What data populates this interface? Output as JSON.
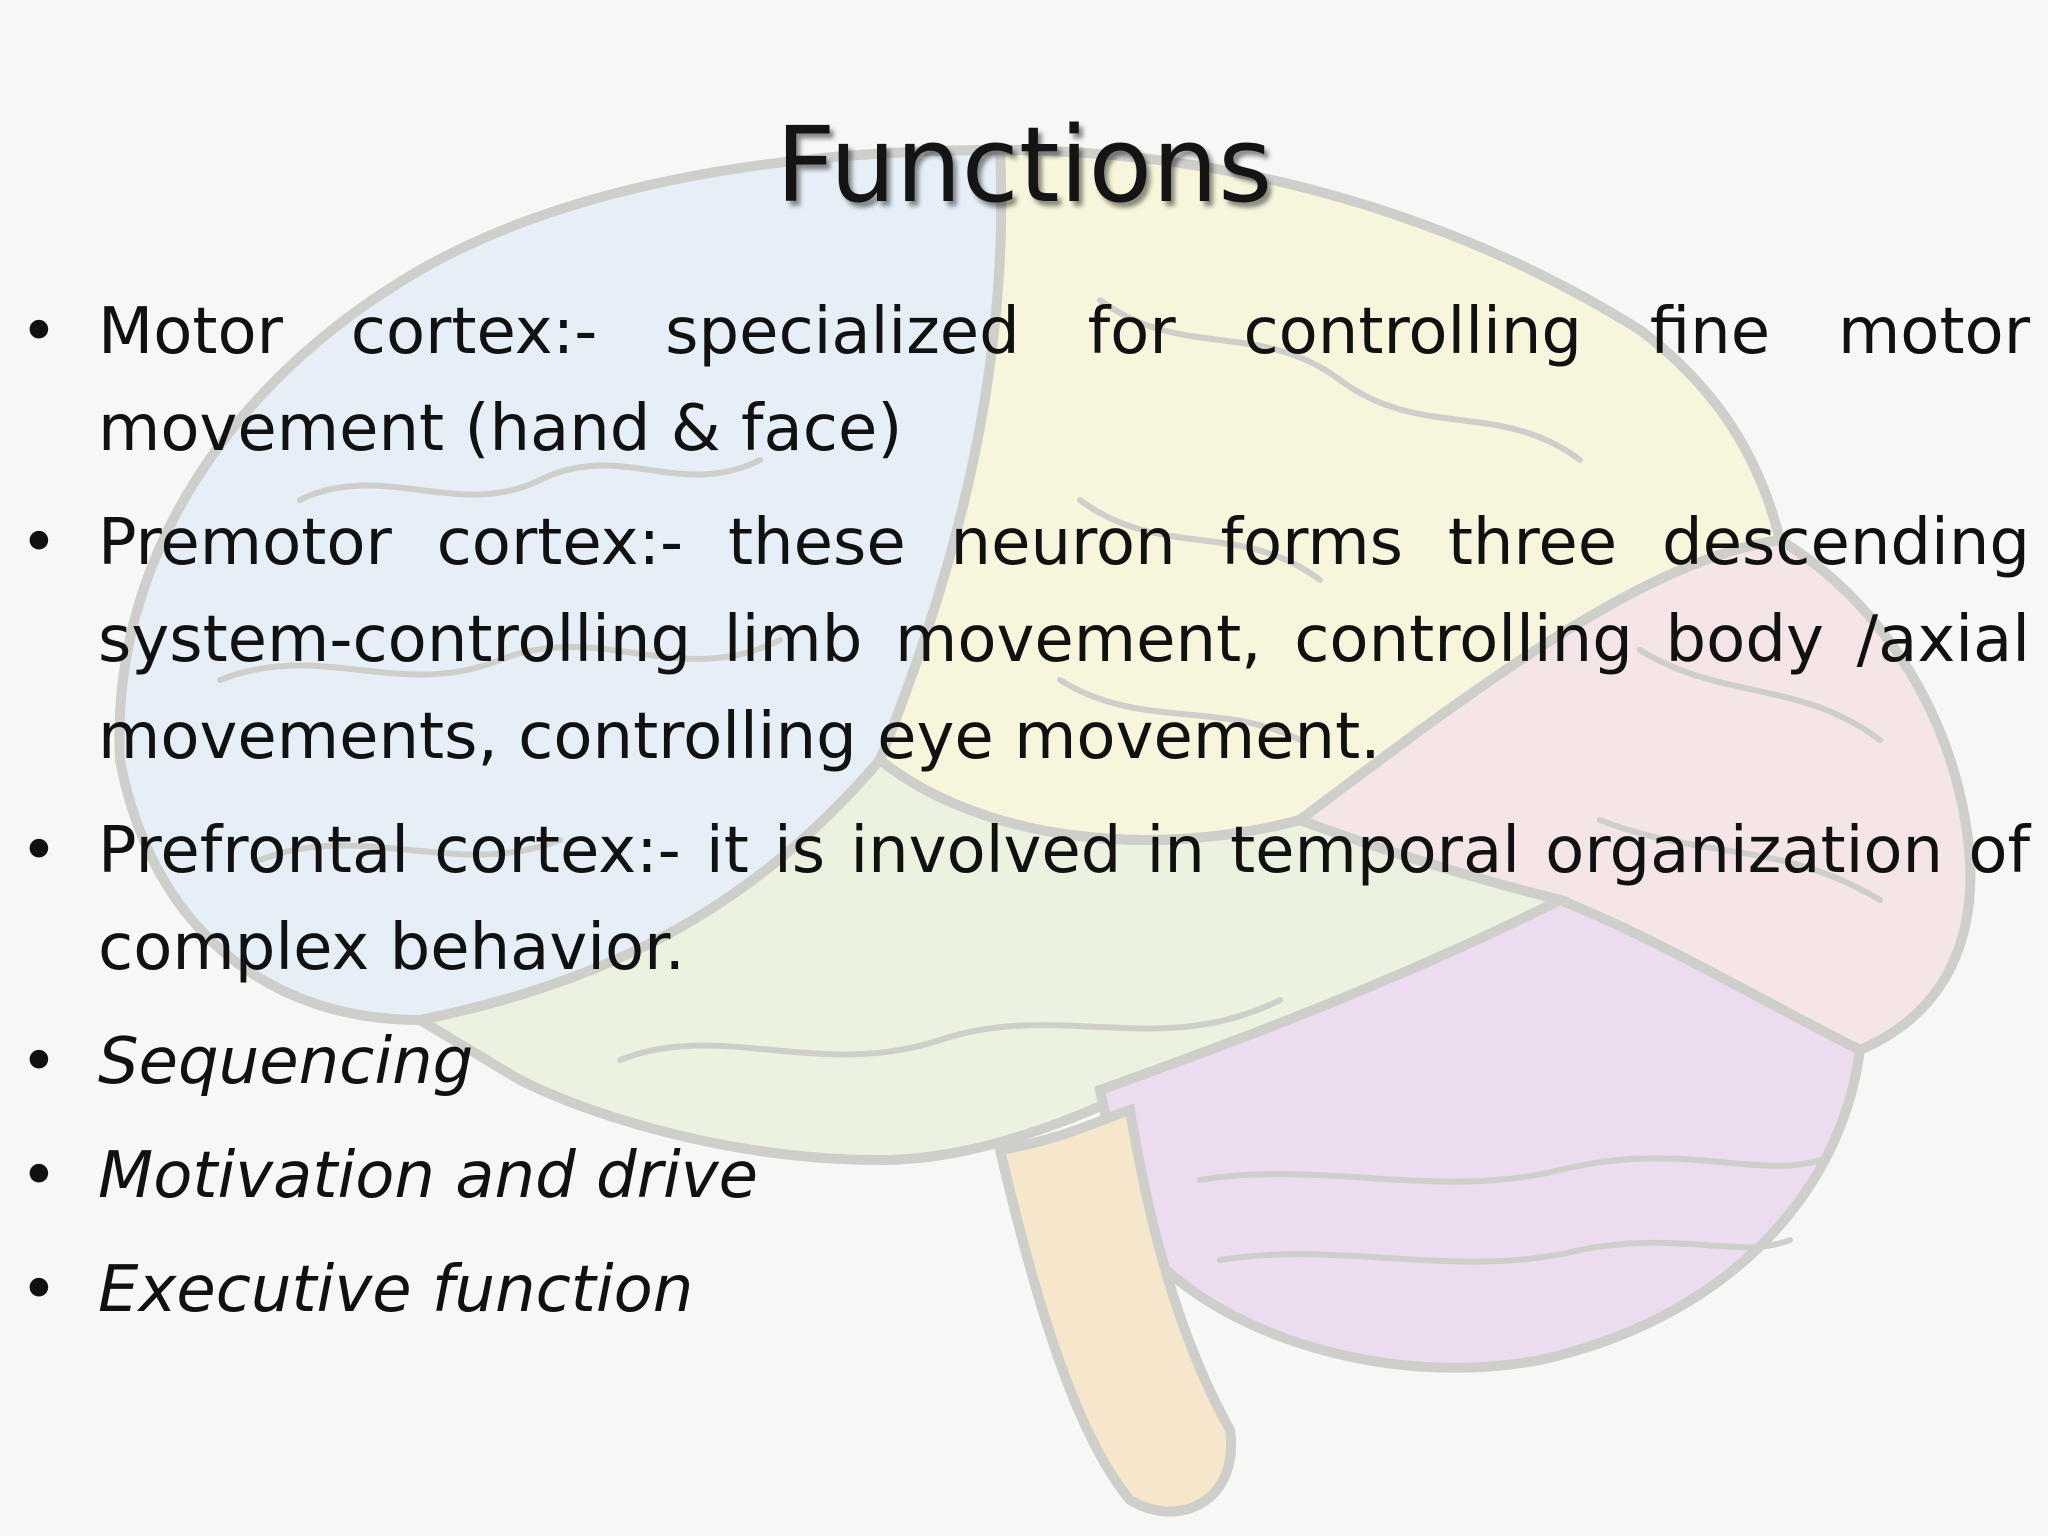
{
  "slide": {
    "title": "Functions",
    "bullet_char": "•",
    "bullets": [
      {
        "text": "Motor cortex:- specialized for controlling fine motor movement (hand & face)",
        "italic": false
      },
      {
        "text": "Premotor cortex:- these neuron forms three descending system-controlling limb movement, controlling body /axial movements, controlling eye movement.",
        "italic": false
      },
      {
        "text": "Prefrontal cortex:-  it is involved in temporal organization of complex behavior.",
        "italic": false
      },
      {
        "text": "Sequencing",
        "italic": true
      },
      {
        "text": "Motivation and drive",
        "italic": true
      },
      {
        "text": "Executive function",
        "italic": true
      }
    ]
  },
  "background": {
    "icon": "brain-illustration",
    "colors": {
      "frontal": "#e4eef8",
      "parietal": "#f8f6d8",
      "occipital": "#f6e2e4",
      "temporal": "#eaf2dc",
      "cerebellum": "#ecd8f0",
      "brainstem": "#f6e4c4",
      "outline": "#c8c8c4"
    }
  }
}
